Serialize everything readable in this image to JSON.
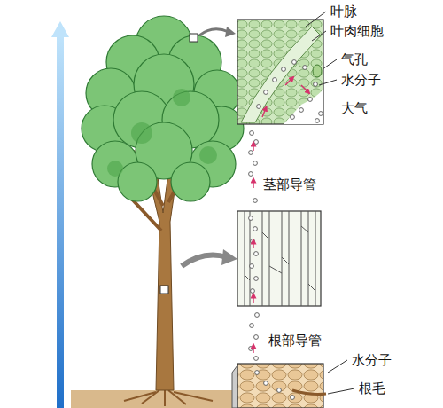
{
  "diagram": {
    "labels": [
      "叶脉",
      "叶肉细胞",
      "气孔",
      "水分子",
      "大气",
      "茎部导管",
      "根部导管",
      "水分子",
      "根毛"
    ]
  }
}
